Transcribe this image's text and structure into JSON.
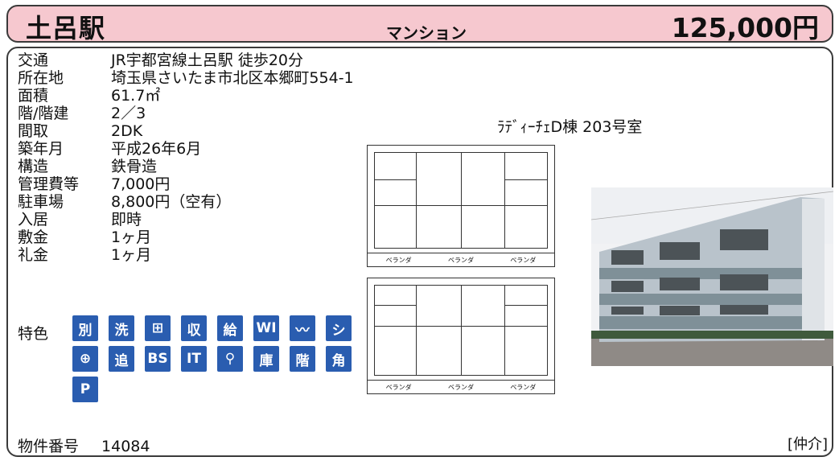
{
  "header": {
    "station": "土呂駅",
    "property_type": "マンション",
    "rent": "125,000円"
  },
  "specs": [
    {
      "label": "交通",
      "value": "JR宇都宮線土呂駅 徒歩20分"
    },
    {
      "label": "所在地",
      "value": "埼玉県さいたま市北区本郷町554-1"
    },
    {
      "label": "面積",
      "value": "61.7㎡"
    },
    {
      "label": "階/階建",
      "value": "2／3"
    },
    {
      "label": "間取",
      "value": "2DK"
    },
    {
      "label": "築年月",
      "value": "平成26年6月"
    },
    {
      "label": "構造",
      "value": "鉄骨造"
    },
    {
      "label": "管理費等",
      "value": "7,000円"
    },
    {
      "label": "駐車場",
      "value": "8,800円（空有）"
    },
    {
      "label": "入居",
      "value": "即時"
    },
    {
      "label": "敷金",
      "value": "1ヶ月"
    },
    {
      "label": "礼金",
      "value": "1ヶ月"
    }
  ],
  "room_name": "ﾗﾃﾞｨｰﾁｪD棟 203号室",
  "features": {
    "label": "特色",
    "row1": [
      "別",
      "洗",
      "⊞",
      "収",
      "給",
      "WI",
      "〰",
      "シ"
    ],
    "row2": [
      "⊕",
      "追",
      "BS",
      "IT",
      "⚲",
      "庫",
      "階",
      "角"
    ],
    "row3": [
      "P"
    ]
  },
  "floorplan": {
    "balcony": "ベランダ"
  },
  "footer": {
    "label": "物件番号",
    "number": "14084",
    "broker": "[仲介]"
  }
}
